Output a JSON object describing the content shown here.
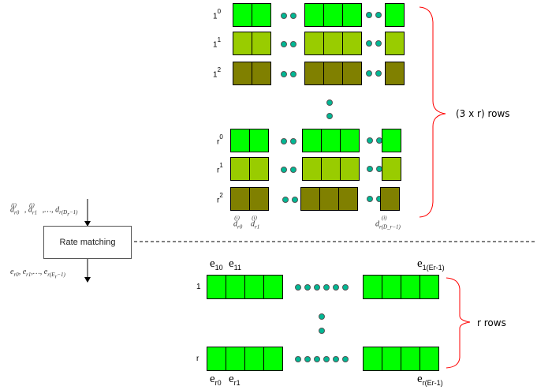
{
  "colors": {
    "row0": "#00ff00",
    "row1": "#99cc00",
    "row2": "#808000",
    "output": "#00ff00",
    "dot": "#00b894",
    "brace": "#ff0000"
  },
  "block": {
    "label": "Rate matching",
    "input_label": "d_r0^(i), d_r1^(i), ..., d_r(D_r-1)^(i)",
    "output_label": "e_r0, e_r1, ..., e_r(E_r-1)"
  },
  "upper_rows": [
    {
      "base": "1",
      "exp": "0",
      "color_key": "row0"
    },
    {
      "base": "1",
      "exp": "1",
      "color_key": "row1"
    },
    {
      "base": "1",
      "exp": "2",
      "color_key": "row2"
    },
    {
      "base": "r",
      "exp": "0",
      "color_key": "row0"
    },
    {
      "base": "r",
      "exp": "1",
      "color_key": "row1"
    },
    {
      "base": "r",
      "exp": "2",
      "color_key": "row2"
    }
  ],
  "upper_brace_label": "(3 x r) rows",
  "upper_bottom_labels": {
    "d0": "d",
    "d0_sub": "r0",
    "d0_sup": "(i)",
    "d1": "d",
    "d1_sub": "r1",
    "d1_sup": "(i)",
    "dl": "d",
    "dl_sub": "r(D_r−1)",
    "dl_sup": "(i)"
  },
  "lower_rows": [
    {
      "label": "1"
    },
    {
      "label": "r"
    }
  ],
  "lower_brace_label": "r rows",
  "lower_labels": {
    "top": {
      "e0": "e",
      "e0_sub": "10",
      "e1": "e",
      "e1_sub": "11",
      "el": "e",
      "el_sub": "1(Er-1)"
    },
    "bottom": {
      "e0": "e",
      "e0_sub": "r0",
      "e1": "e",
      "e1_sub": "r1",
      "el": "e",
      "el_sub": "r(Er-1)"
    }
  }
}
